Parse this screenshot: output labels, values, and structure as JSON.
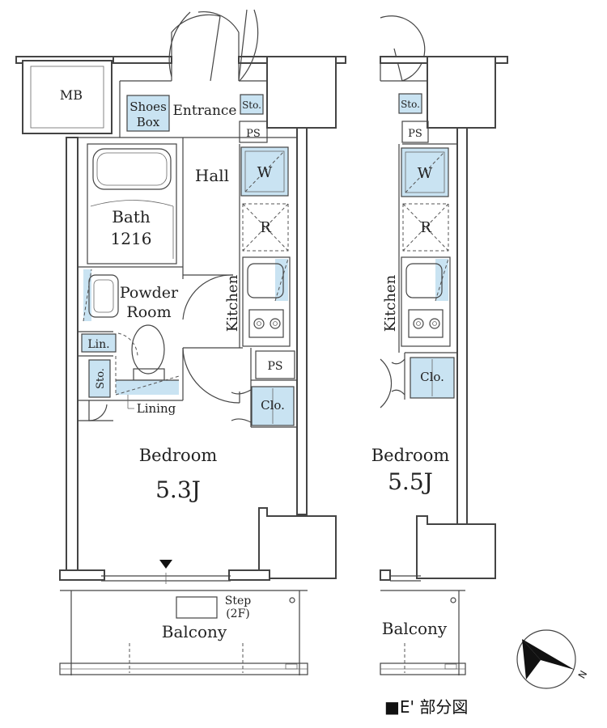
{
  "plan_main": {
    "mb": "MB",
    "shoes_box_line1": "Shoes",
    "shoes_box_line2": "Box",
    "entrance": "Entrance",
    "sto_top": "Sto.",
    "ps_top": "PS",
    "hall": "Hall",
    "washer": "W",
    "fridge": "R",
    "bath_line1": "Bath",
    "bath_line2": "1216",
    "powder_line1": "Powder",
    "powder_line2": "Room",
    "kitchen": "Kitchen",
    "lin": "Lin.",
    "sto_left": "Sto.",
    "ps_mid": "PS",
    "clo": "Clo.",
    "lining": "Lining",
    "bedroom": "Bedroom",
    "bedroom_size": "5.3J",
    "step_line1": "Step",
    "step_line2": "(2F)",
    "balcony": "Balcony"
  },
  "plan_partial": {
    "sto": "Sto.",
    "ps": "PS",
    "washer": "W",
    "fridge": "R",
    "kitchen": "Kitchen",
    "clo": "Clo.",
    "bedroom": "Bedroom",
    "bedroom_size": "5.5J",
    "balcony": "Balcony"
  },
  "compass": {
    "north": "N"
  },
  "caption": "■E' 部分図",
  "colors": {
    "fixture_blue": "#c9e3f2",
    "line": "#444444"
  }
}
